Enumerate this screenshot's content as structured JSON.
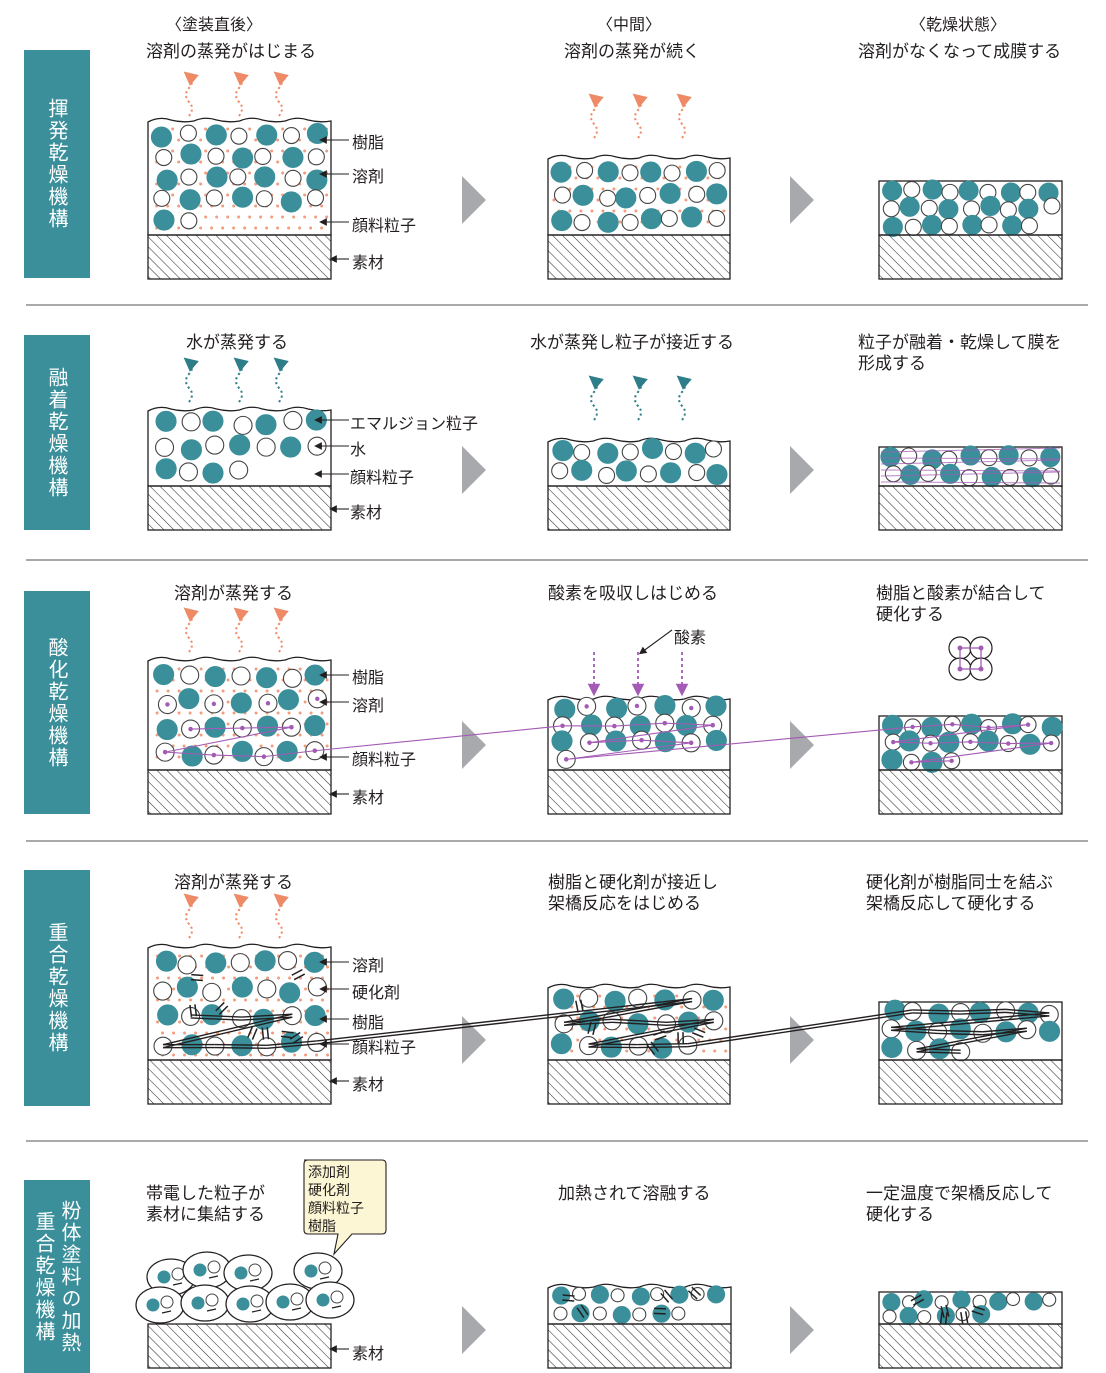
{
  "stage_headers": [
    "〈塗装直後〉",
    "〈中間〉",
    "〈乾燥状態〉"
  ],
  "colors": {
    "teal": "#3a8f9a",
    "particle_stroke": "#444444",
    "solvent_dot": "#f29d7e",
    "evap_arrow_orange": "#ee8a66",
    "evap_arrow_teal": "#2e7e8a",
    "oxygen_purple": "#a35bb5",
    "note_fill": "#fdf6d4"
  },
  "rows": [
    {
      "title": "揮発乾燥機構",
      "captions": [
        "溶剤の蒸発がはじまる",
        "溶剤の蒸発が続く",
        "溶剤がなくなって成膜する"
      ],
      "labels": [
        "樹脂",
        "溶剤",
        "顔料粒子",
        "素材"
      ]
    },
    {
      "title": "融着乾燥機構",
      "captions": [
        "水が蒸発する",
        "水が蒸発し粒子が接近する",
        "粒子が融着・乾燥して膜を\n形成する"
      ],
      "labels": [
        "エマルジョン粒子",
        "水",
        "顔料粒子",
        "素材"
      ]
    },
    {
      "title": "酸化乾燥機構",
      "captions": [
        "溶剤が蒸発する",
        "酸素を吸収しはじめる",
        "樹脂と酸素が結合して\n硬化する"
      ],
      "labels": [
        "樹脂",
        "溶剤",
        "顔料粒子",
        "素材"
      ],
      "oxygen_label": "酸素"
    },
    {
      "title": "重合乾燥機構",
      "captions": [
        "溶剤が蒸発する",
        "樹脂と硬化剤が接近し\n架橋反応をはじめる",
        "硬化剤が樹脂同士を結ぶ\n架橋反応して硬化する"
      ],
      "labels": [
        "溶剤",
        "硬化剤",
        "樹脂",
        "顔料粒子",
        "素材"
      ]
    },
    {
      "title_col1": "粉体塗料の加熱",
      "title_col2": "重合乾燥機構",
      "captions": [
        "帯電した粒子が\n素材に集結する",
        "加熱されて溶融する",
        "一定温度で架橋反応して\n硬化する"
      ],
      "labels": [
        "素材"
      ],
      "note": "添加剤\n硬化剤\n顔料粒子\n樹脂"
    }
  ]
}
